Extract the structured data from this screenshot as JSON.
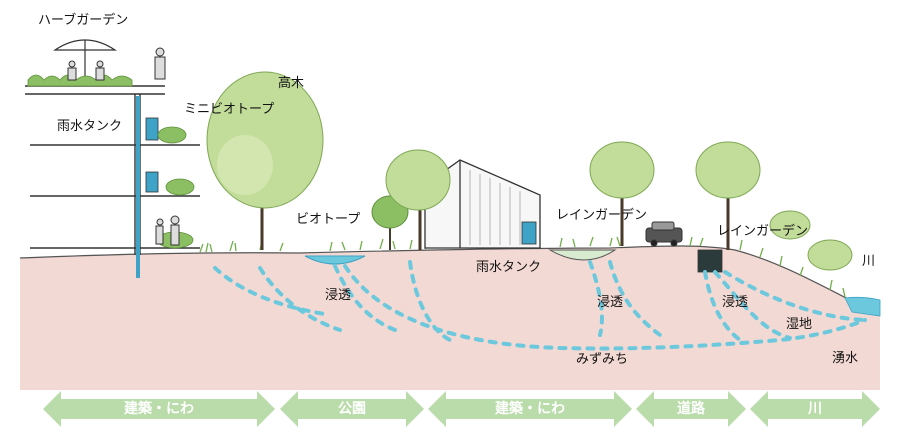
{
  "labels": {
    "herb_garden": "ハーブガーデン",
    "rain_tank_left": "雨水タンク",
    "mini_biotope": "ミニビオトープ",
    "tall_tree": "高木",
    "biotope": "ビオトープ",
    "rain_garden_1": "レインガーデン",
    "rain_tank_mid": "雨水タンク",
    "infiltration_1": "浸透",
    "infiltration_2": "浸透",
    "infiltration_3": "浸透",
    "rain_garden_2": "レインガーデン",
    "river": "川",
    "wetland": "湿地",
    "water_path": "みずみち",
    "spring": "湧水"
  },
  "zones": [
    {
      "label": "建築・にわ"
    },
    {
      "label": "公園"
    },
    {
      "label": "建築・にわ"
    },
    {
      "label": "道路"
    },
    {
      "label": "川"
    }
  ],
  "colors": {
    "ground": "#f3d9d4",
    "water": "#6cc9dd",
    "zone_arrow": "#b9dcaa",
    "tree": "#c2dc9a",
    "tree_dark": "#8fbf63",
    "grass": "#8cbf63",
    "blue": "#3ea3c6",
    "line": "#333333"
  }
}
